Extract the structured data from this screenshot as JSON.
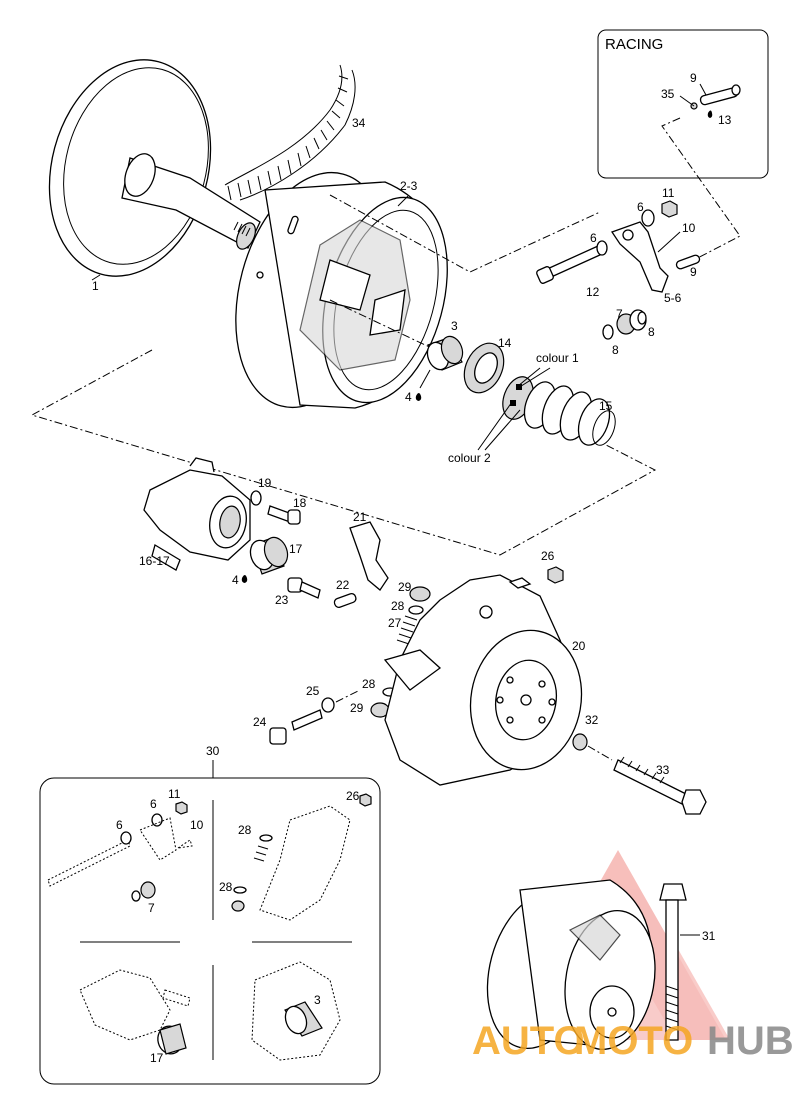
{
  "racing_box": {
    "title": "RACING"
  },
  "kit_box": {
    "ref": "30"
  },
  "labels": {
    "p1": "1",
    "p23": "2-3",
    "p34": "34",
    "p3": "3",
    "p4a": "4",
    "p14": "14",
    "p15": "15",
    "colour1": "colour 1",
    "colour2": "colour 2",
    "p6a": "6",
    "p6b": "6",
    "p11": "11",
    "p10": "10",
    "p9a": "9",
    "p12": "12",
    "p56": "5-6",
    "p7": "7",
    "p8a": "8",
    "p8b": "8",
    "r9": "9",
    "r35": "35",
    "r13": "13",
    "p1617": "16-17",
    "p19": "19",
    "p18": "18",
    "p17": "17",
    "p4b": "4",
    "p21": "21",
    "p22": "22",
    "p23b": "23",
    "p29a": "29",
    "p28a": "28",
    "p27": "27",
    "p28b": "28",
    "p29b": "29",
    "p25": "25",
    "p24": "24",
    "p26": "26",
    "p20": "20",
    "p32": "32",
    "p33": "33",
    "p31": "31",
    "k11": "11",
    "k6a": "6",
    "k6b": "6",
    "k10": "10",
    "k7": "7",
    "k26": "26",
    "k28a": "28",
    "k28b": "28",
    "k3": "3",
    "k17": "17"
  },
  "watermark": {
    "part1": "AUTO",
    "part2": "MOTO",
    "part3": "HUB"
  },
  "colors": {
    "watermark_red": "#e8453c",
    "watermark_orange": "#f5a623",
    "watermark_gray": "#888888"
  }
}
